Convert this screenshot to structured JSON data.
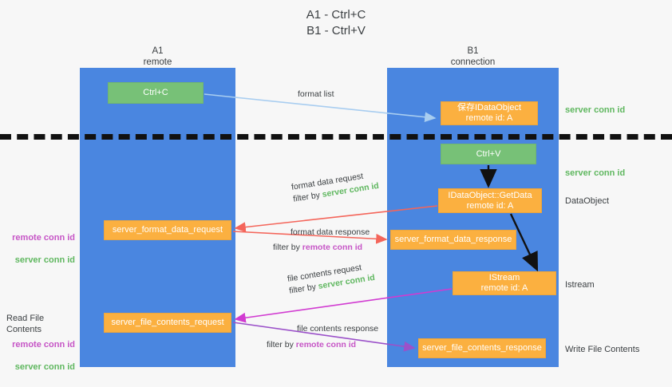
{
  "title": "A1 - Ctrl+C\nB1 - Ctrl+V",
  "columns": {
    "left": {
      "name": "A1",
      "role": "remote",
      "label": "A1\nremote"
    },
    "right": {
      "name": "B1",
      "role": "connection",
      "label": "B1\nconnection"
    }
  },
  "colors": {
    "lane": "#4a86e0",
    "green_box": "#77c177",
    "orange_box": "#fbb040",
    "server_conn_id": "#5fb75f",
    "remote_conn_id": "#c655c6",
    "arrow_blue": "#a8cdf0",
    "arrow_red": "#f4655a",
    "arrow_pink": "#d13bd1",
    "arrow_purple": "#9b51c9",
    "arrow_black": "#111111",
    "background": "#f7f7f7",
    "text": "#3c4043"
  },
  "boxes": {
    "ctrl_c": "Ctrl+C",
    "idataobject": "保存IDataObject\nremote id: A",
    "ctrl_v": "Ctrl+V",
    "getdata": "IDataObject::GetData\nremote id: A",
    "server_format_data_request": "server_format_data_request",
    "server_format_data_response": "server_format_data_response",
    "istream": "IStream\nremote id: A",
    "server_file_contents_request": "server_file_contents_request",
    "server_file_contents_response": "server_file_contents_response"
  },
  "edges": {
    "format_list": "format list",
    "format_data_request": {
      "line1": "format data request",
      "filter_prefix": "filter by ",
      "filter_value": "server conn id"
    },
    "format_data_response": {
      "line1": "format data response",
      "filter_prefix": "filter by ",
      "filter_value": "remote conn id"
    },
    "file_contents_request": {
      "line1": "file contents request",
      "filter_prefix": "filter by ",
      "filter_value": "server conn id"
    },
    "file_contents_response": {
      "line1": "file contents response",
      "filter_prefix": "filter by ",
      "filter_value": "remote conn id"
    }
  },
  "side_labels": {
    "server_conn_id_top": "server conn id",
    "server_conn_id_mid": "server conn id",
    "dataobject": "DataObject",
    "istream": "Istream",
    "write_file_contents": "Write File Contents",
    "read_file_contents": "Read File Contents",
    "remote_conn_id": "remote conn id",
    "server_conn_id": "server conn id"
  }
}
